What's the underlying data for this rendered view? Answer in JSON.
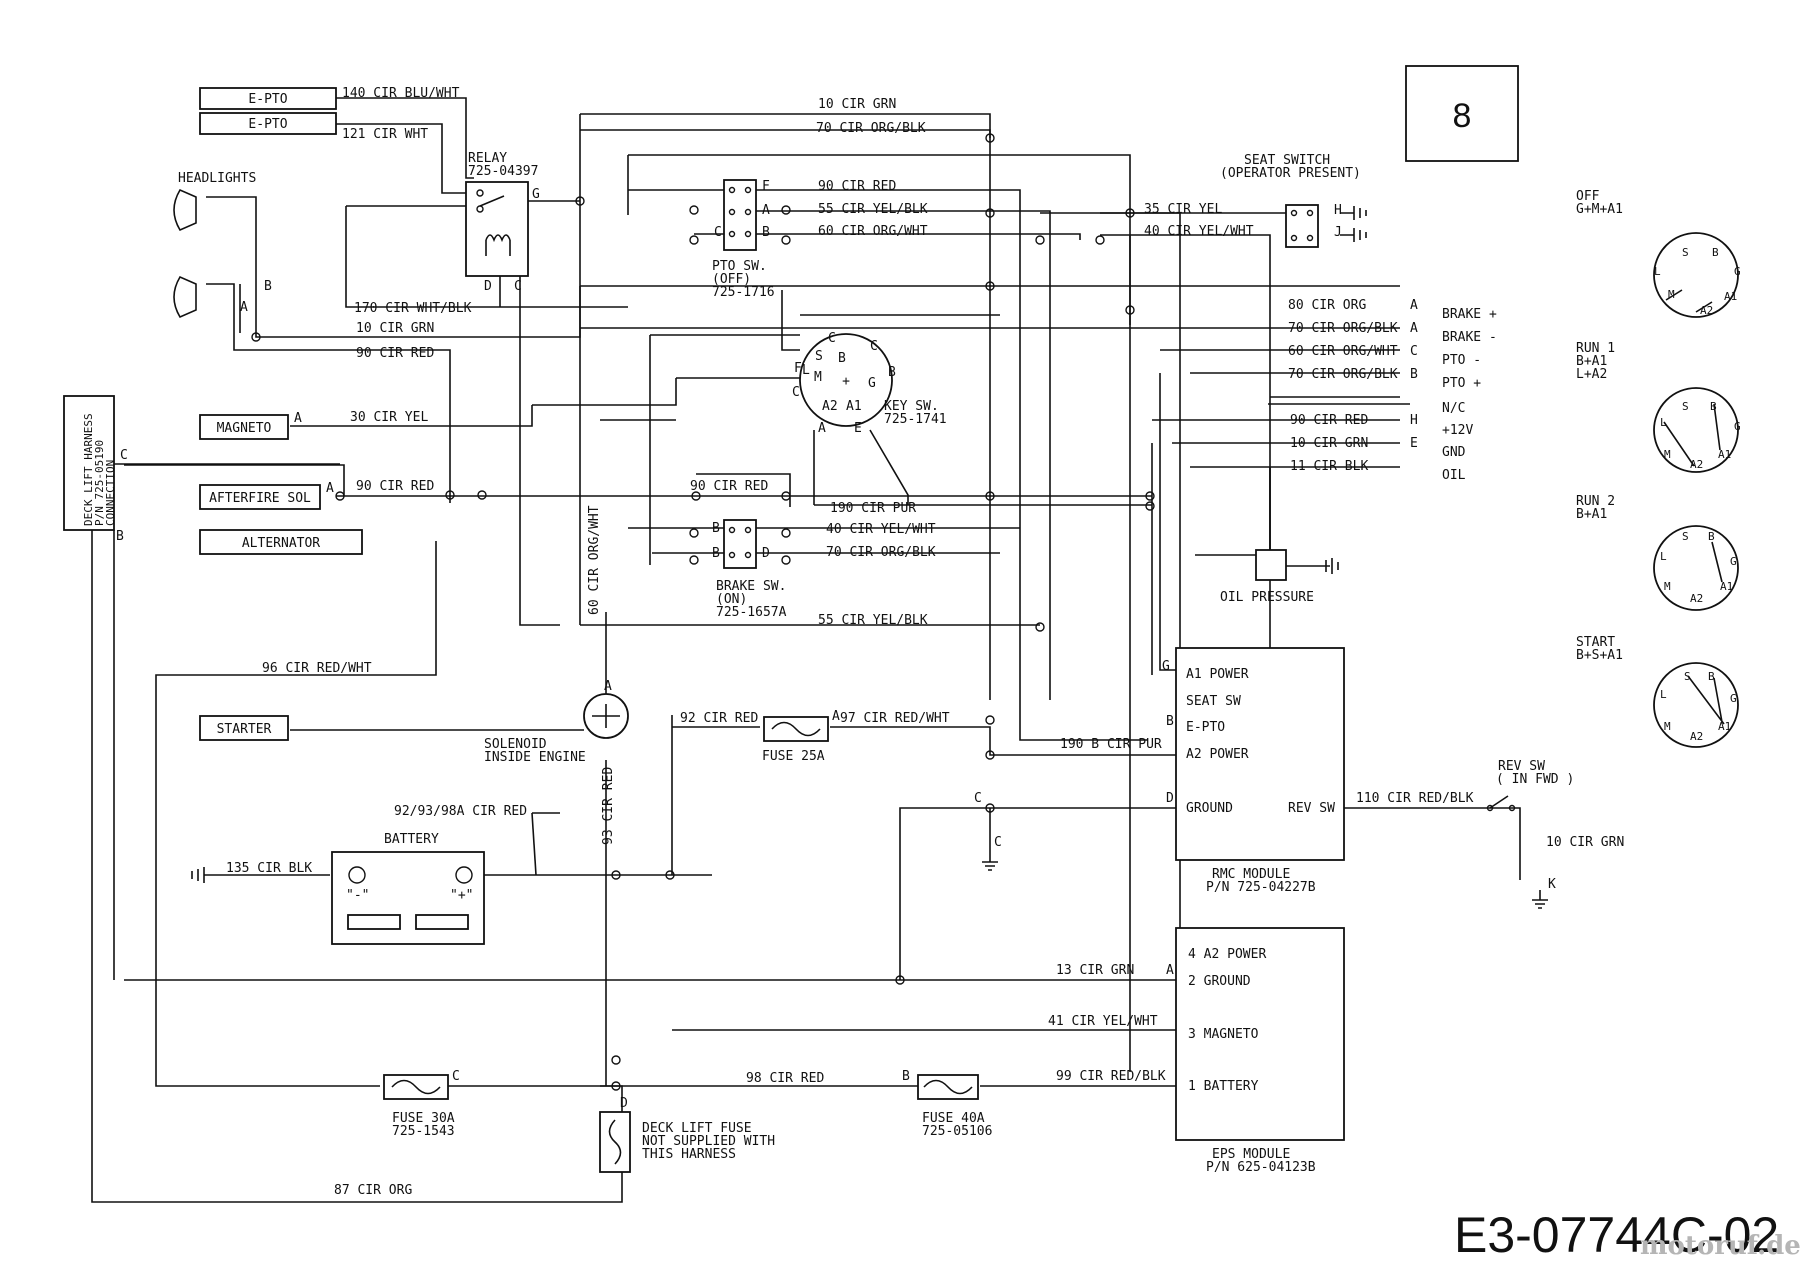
{
  "sheet_number": "8",
  "drawing_number": "E3-07744C-02",
  "watermark": "motoruf.de",
  "components": {
    "epto_1": "E-PTO",
    "epto_2": "E-PTO",
    "headlights": "HEADLIGHTS",
    "magneto": "MAGNETO",
    "afterfire_sol": "AFTERFIRE SOL",
    "alternator": "ALTERNATOR",
    "starter": "STARTER",
    "relay": "RELAY",
    "relay_pn": "725-04397",
    "pto_switch": "PTO SW.",
    "pto_switch_state": "(OFF)",
    "pto_switch_pn": "725-1716",
    "key_switch": "KEY SW.",
    "key_switch_pn": "725-1741",
    "brake_switch": "BRAKE SW.",
    "brake_switch_state": "(ON)",
    "brake_switch_pn": "725-1657A",
    "seat_switch": "SEAT SWITCH",
    "seat_switch_note": "(OPERATOR PRESENT)",
    "solenoid": "SOLENOID",
    "solenoid_note": "INSIDE ENGINE",
    "fuse_25": "FUSE 25A",
    "battery": "BATTERY",
    "battery_neg": "\"-\"",
    "battery_pos": "\"+\"",
    "battery_wire": "92/93/98A CIR RED",
    "oil_pressure": "OIL PRESSURE",
    "deck_lift_1": "DECK LIFT HARNESS",
    "deck_lift_2": "P/N 725-05190",
    "deck_lift_3": "CONNECTION",
    "fuse_30": "FUSE 30A",
    "fuse_30_pn": "725-1543",
    "fuse_40": "FUSE 40A",
    "fuse_40_pn": "725-05106",
    "deck_fuse_1": "DECK LIFT FUSE",
    "deck_fuse_2": "NOT SUPPLIED WITH",
    "deck_fuse_3": "THIS HARNESS",
    "rev_sw": "REV SW",
    "rev_sw_note": "( IN FWD )"
  },
  "wires": {
    "w140": "140 CIR BLU/WHT",
    "w121": "121 CIR WHT",
    "w10a": "10 CIR GRN",
    "w70a": "70 CIR ORG/BLK",
    "w90a": "90 CIR RED",
    "w55a": "55 CIR YEL/BLK",
    "w60a": "60 CIR ORG/WHT",
    "w35": "35 CIR YEL",
    "w40a": "40 CIR YEL/WHT",
    "w170": "170 CIR WHT/BLK",
    "w10b": "10 CIR GRN",
    "w90b": "90 CIR RED",
    "w30": "30 CIR YEL",
    "w90c": "90 CIR RED",
    "w90d": "90 CIR RED",
    "w190a": "190 CIR PUR",
    "w40b": "40 CIR YEL/WHT",
    "w70b": "70 CIR ORG/BLK",
    "w60b": "60 CIR ORG/WHT",
    "w55b": "55 CIR YEL/BLK",
    "w96": "96 CIR RED/WHT",
    "w92": "92 CIR RED",
    "w97": "97 CIR RED/WHT",
    "w190b": "190 B CIR PUR",
    "w135": "135 CIR BLK",
    "w93": "93 CIR RED",
    "w110": "110 CIR RED/BLK",
    "w10c": "10 CIR GRN",
    "w13": "13 CIR GRN",
    "w41": "41 CIR YEL/WHT",
    "w98": "98 CIR RED",
    "w99": "99 CIR RED/BLK",
    "w87": "87 CIR ORG",
    "c80": "80 CIR ORG",
    "c70": "70 CIR ORG/BLK",
    "c60": "60 CIR ORG/WHT",
    "c70b": "70 CIR ORG/BLK",
    "c90": "90 CIR RED",
    "c10": "10 CIR GRN",
    "c11": "11 CIR BLK"
  },
  "connector_pins": [
    {
      "pin": "A",
      "label": "BRAKE +"
    },
    {
      "pin": "A",
      "label": "BRAKE -"
    },
    {
      "pin": "C",
      "label": "PTO -"
    },
    {
      "pin": "B",
      "label": "PTO +"
    },
    {
      "pin": "",
      "label": "N/C"
    },
    {
      "pin": "H",
      "label": "+12V"
    },
    {
      "pin": "E",
      "label": "GND"
    },
    {
      "pin": "",
      "label": "OIL"
    }
  ],
  "rmc_module": {
    "pins": [
      "A1 POWER",
      "SEAT SW",
      "E-PTO",
      "A2 POWER",
      "GROUND"
    ],
    "rev_pin": "REV SW",
    "title": "RMC MODULE",
    "pn": "P/N 725-04227B"
  },
  "eps_module": {
    "pins": [
      "4 A2 POWER",
      "2 GROUND",
      "3 MAGNETO",
      "1 BATTERY"
    ],
    "title": "EPS MODULE",
    "pn": "P/N 625-04123B"
  },
  "key_positions": [
    {
      "name": "OFF",
      "combo": "G+M+A1"
    },
    {
      "name": "RUN 1",
      "combo": "B+A1",
      "combo2": "L+A2"
    },
    {
      "name": "RUN 2",
      "combo": "B+A1"
    },
    {
      "name": "START",
      "combo": "B+S+A1"
    }
  ]
}
